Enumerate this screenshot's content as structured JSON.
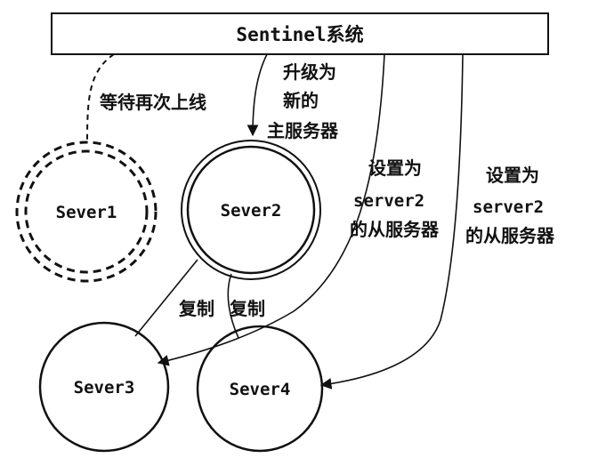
{
  "sentinel": {
    "label": "Sentinel系统"
  },
  "servers": {
    "s1": "Sever1",
    "s2": "Sever2",
    "s3": "Sever3",
    "s4": "Sever4"
  },
  "labels": {
    "wait_online": "等待再次上线",
    "promote": [
      "升级为",
      "新的",
      "主服务器"
    ],
    "set_slave_a": [
      "设置为",
      "server2",
      "的从服务器"
    ],
    "set_slave_b": [
      "设置为",
      "server2",
      "的从服务器"
    ],
    "replicate_a": "复制",
    "replicate_b": "复制"
  },
  "colors": {
    "ink": "#111111",
    "background": "#ffffff"
  }
}
